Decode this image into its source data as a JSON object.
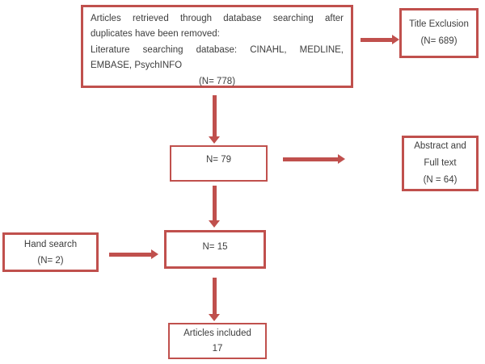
{
  "colors": {
    "accent": "#C0504D",
    "text": "#3D3D3D"
  },
  "flowchart": {
    "boxes": {
      "retrieved": {
        "lines": [
          "Articles  retrieved  through  database  searching  after",
          "duplicates have been removed:",
          "Literature  searching  database:  CINAHL,  MEDLINE,",
          "EMBASE, PsychINFO",
          "(N= 778)"
        ]
      },
      "title_exclusion": {
        "lines": [
          "Title Exclusion",
          "(N= 689)"
        ]
      },
      "screened": {
        "label": "N= 79"
      },
      "abstract_full_text": {
        "lines": [
          "Abstract and",
          "Full text",
          "(N = 64)"
        ]
      },
      "hand_search": {
        "lines": [
          "Hand search",
          "(N= 2)"
        ]
      },
      "eligible": {
        "label": "N= 15"
      },
      "included": {
        "lines": [
          "Articles included",
          "17"
        ]
      }
    }
  }
}
